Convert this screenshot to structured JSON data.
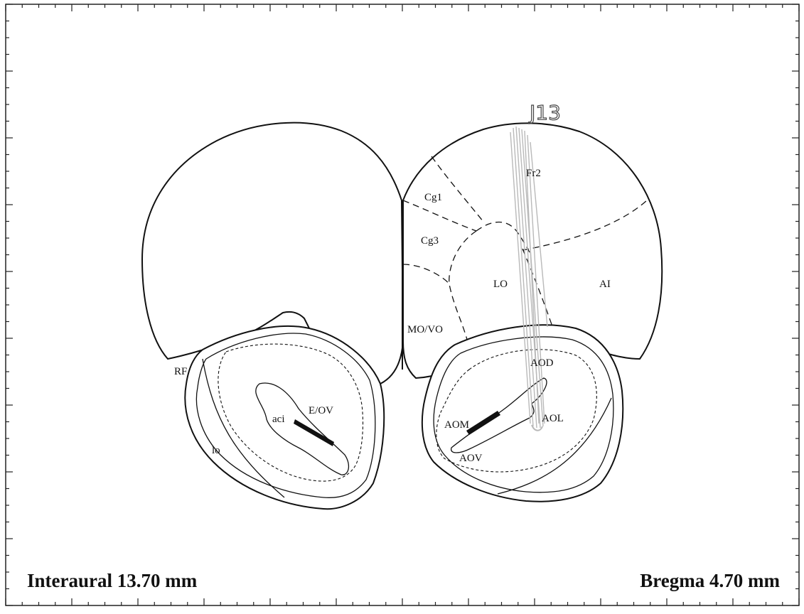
{
  "handwritten_note": "J13",
  "captions": {
    "interaural": "Interaural 13.70 mm",
    "bregma": "Bregma 4.70 mm"
  },
  "regions": {
    "fr2": "Fr2",
    "cg1": "Cg1",
    "cg3": "Cg3",
    "lo_orbital": "LO",
    "ai": "AI",
    "mo_vo": "MO/VO",
    "aod": "AOD",
    "aol": "AOL",
    "aom": "AOM",
    "aov": "AOV",
    "rf": "RF",
    "aci": "aci",
    "e_ov": "E/OV",
    "lo_tract": "lo"
  },
  "colors": {
    "line": "#111111",
    "electrode_track": "#b9b9b9",
    "background": "#ffffff"
  }
}
